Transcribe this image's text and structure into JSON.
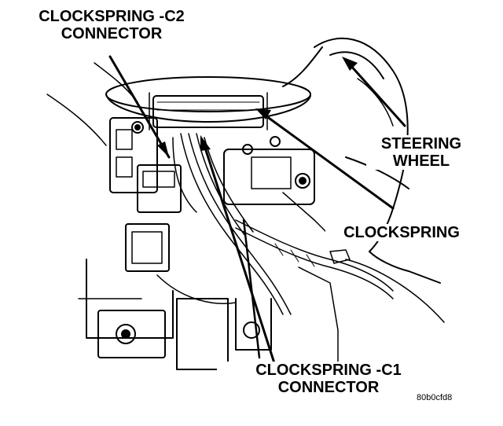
{
  "labels": {
    "clockspring_c2": {
      "line1": "CLOCKSPRING -C2",
      "line2": "CONNECTOR"
    },
    "steering_wheel": {
      "line1": "STEERING",
      "line2": "WHEEL"
    },
    "clockspring": {
      "line1": "CLOCKSPRING"
    },
    "clockspring_c1": {
      "line1": "CLOCKSPRING -C1",
      "line2": "CONNECTOR"
    }
  },
  "figure_code": "80b0cfd8"
}
